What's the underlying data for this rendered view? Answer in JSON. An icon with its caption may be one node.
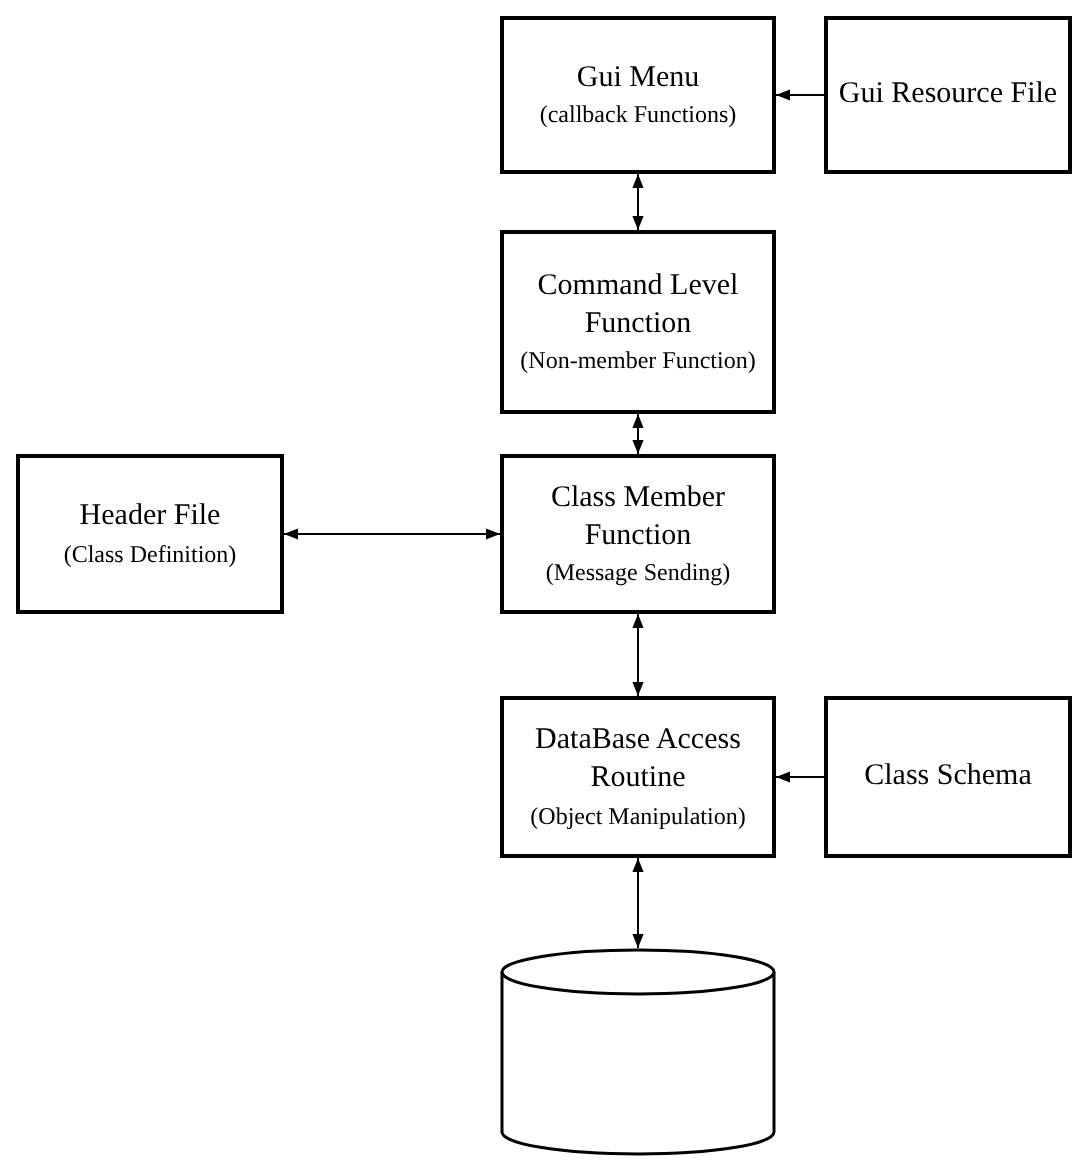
{
  "diagram": {
    "nodes": [
      {
        "text": [
          "Gui Menu",
          "(callback Functions)"
        ]
      },
      {
        "text": [
          "Gui Resource File"
        ]
      },
      {
        "text": [
          "Command Level Function",
          "(Non-member Function)"
        ]
      },
      {
        "text": [
          "Header File",
          "(Class Definition)"
        ]
      },
      {
        "text": [
          "Class Member Function",
          "(Message Sending)"
        ]
      },
      {
        "text": [
          "DataBase Access Routine",
          "(Object Manipulation)"
        ]
      },
      {
        "text": [
          "Class Schema"
        ]
      },
      {
        "text": [],
        "shape": "cylinder"
      }
    ],
    "edges": [
      {
        "from": 1,
        "to": 0,
        "arrow": "to"
      },
      {
        "from": 0,
        "to": 2,
        "arrow": "both"
      },
      {
        "from": 3,
        "to": 4,
        "arrow": "both"
      },
      {
        "from": 2,
        "to": 4,
        "arrow": "both"
      },
      {
        "from": 4,
        "to": 5,
        "arrow": "both"
      },
      {
        "from": 6,
        "to": 5,
        "arrow": "to"
      },
      {
        "from": 5,
        "to": 7,
        "arrow": "both"
      }
    ]
  }
}
